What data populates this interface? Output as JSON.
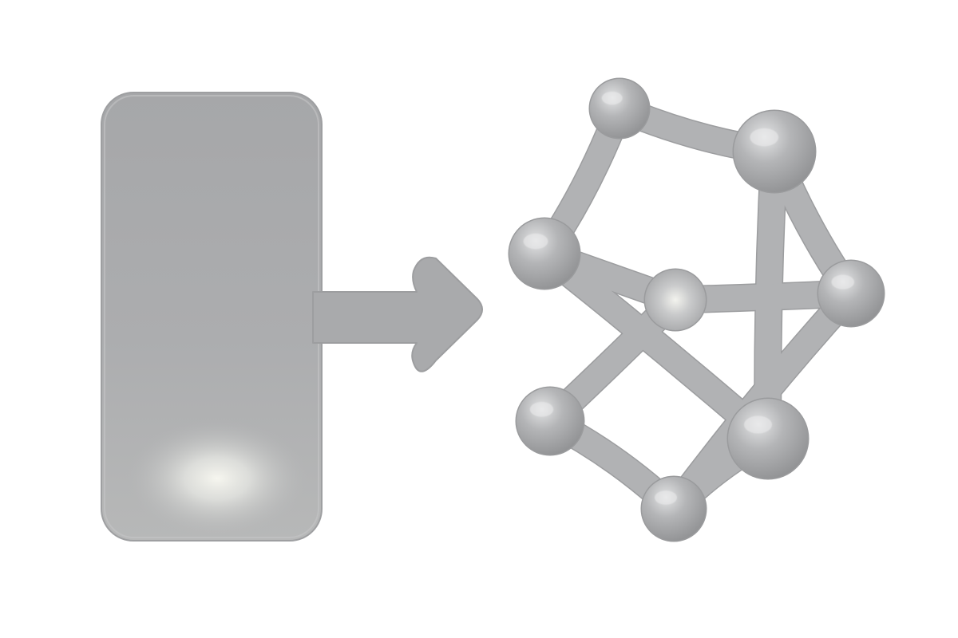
{
  "colors": {
    "background": "#ffffff",
    "shape_fill": "#a9aaac",
    "shape_outline": "#9c9d9f",
    "highlight": "#f4f4ee",
    "node_light": "#e2e3e4",
    "node_dark": "#929395"
  },
  "icons": {
    "source": "rounded-rectangle-icon",
    "connector": "right-arrow-icon",
    "target": "network-graph-icon"
  },
  "graph": {
    "node_count": 8,
    "edges": [
      [
        0,
        1
      ],
      [
        0,
        2
      ],
      [
        1,
        4
      ],
      [
        1,
        7
      ],
      [
        2,
        3
      ],
      [
        2,
        7
      ],
      [
        3,
        4
      ],
      [
        3,
        5
      ],
      [
        4,
        6
      ],
      [
        5,
        6
      ],
      [
        6,
        7
      ]
    ]
  }
}
